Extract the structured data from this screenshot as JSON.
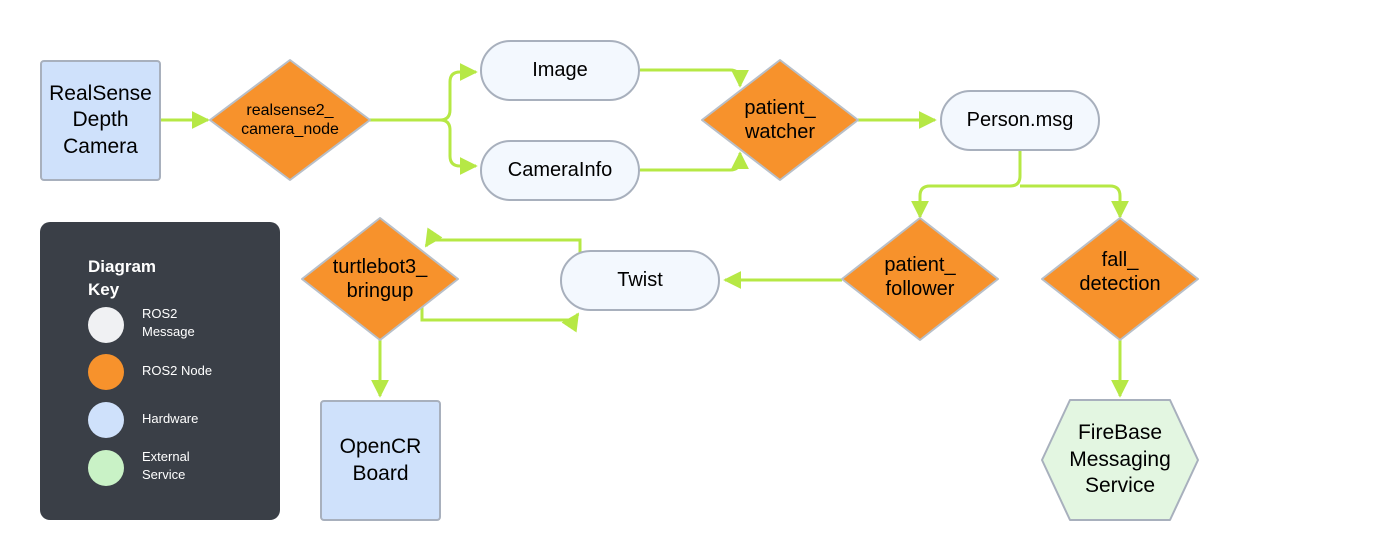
{
  "colors": {
    "edge": "#b6e845",
    "node": "#f7922c",
    "node_stroke": "#b8bfc8",
    "message_fill": "#f3f8fe",
    "hardware_fill": "#cfe1fb",
    "service_fill": "#e3f6e1",
    "key_background": "#3a3f47"
  },
  "hardware": {
    "realsense": "RealSense\nDepth\nCamera",
    "opencr": "OpenCR\nBoard"
  },
  "nodes": {
    "realsense2_camera_node": "realsense2_\ncamera_node",
    "patient_watcher": "patient_\nwatcher",
    "turtlebot3_bringup": "turtlebot3_\nbringup",
    "patient_follower": "patient_\nfollower",
    "fall_detection": "fall_\ndetection"
  },
  "messages": {
    "image": "Image",
    "camera_info": "CameraInfo",
    "person_msg": "Person.msg",
    "twist": "Twist"
  },
  "services": {
    "firebase": "FireBase\nMessaging\nService"
  },
  "key": {
    "title": "Diagram\nKey",
    "items": [
      {
        "label": "ROS2\nMessage",
        "color": "#f0f1f3",
        "icon": "circle"
      },
      {
        "label": "ROS2 Node",
        "color": "#f7922c",
        "icon": "circle"
      },
      {
        "label": "Hardware",
        "color": "#cfe1fb",
        "icon": "circle"
      },
      {
        "label": "External\nService",
        "color": "#c9f2c6",
        "icon": "circle"
      }
    ]
  }
}
